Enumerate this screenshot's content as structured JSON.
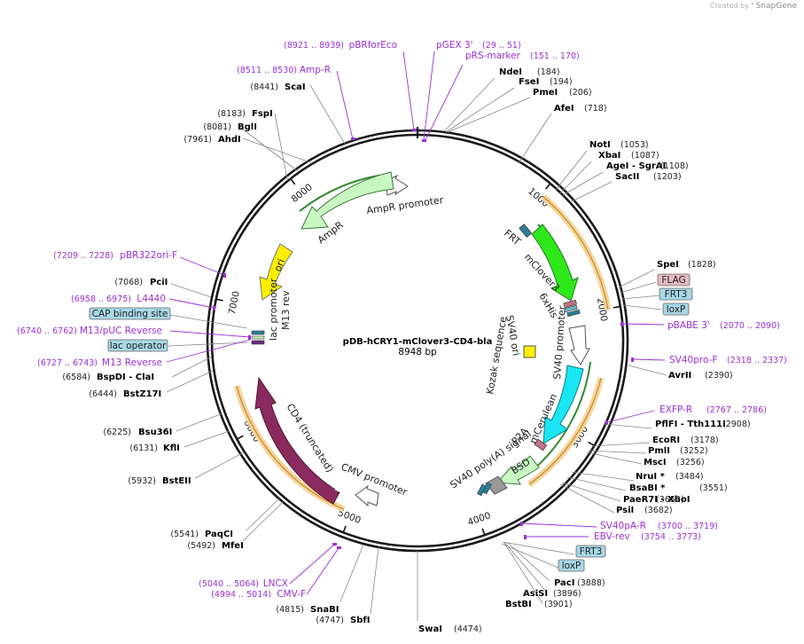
{
  "watermark": {
    "prefix": "Created by",
    "brand": "SnapGene"
  },
  "plasmid": {
    "name": "pDB-hCRY1-mClover3-CD4-bla",
    "length": "8948 bp",
    "total_bp": 8948
  },
  "ticks": [
    "1000",
    "2000",
    "3000",
    "4000",
    "5000",
    "6000",
    "7000",
    "8000"
  ],
  "enzymes": [
    {
      "name": "NdeI",
      "pos": "(184)",
      "bp": 184
    },
    {
      "name": "FseI",
      "pos": "(194)",
      "bp": 194
    },
    {
      "name": "PmeI",
      "pos": "(206)",
      "bp": 206
    },
    {
      "name": "AfeI",
      "pos": "(718)",
      "bp": 718
    },
    {
      "name": "NotI",
      "pos": "(1053)",
      "bp": 1053
    },
    {
      "name": "XbaI",
      "pos": "(1087)",
      "bp": 1087
    },
    {
      "name": "AgeI - SgrAI",
      "pos": "(1108)",
      "bp": 1108
    },
    {
      "name": "SacII",
      "pos": "(1203)",
      "bp": 1203
    },
    {
      "name": "SpeI",
      "pos": "(1828)",
      "bp": 1828
    },
    {
      "name": "AvrII",
      "pos": "(2390)",
      "bp": 2390
    },
    {
      "name": "PflFI - Tth111I",
      "pos": "(2908)",
      "bp": 2908
    },
    {
      "name": "EcoRI",
      "pos": "(3178)",
      "bp": 3178
    },
    {
      "name": "PmlI",
      "pos": "(3252)",
      "bp": 3252
    },
    {
      "name": "MscI",
      "pos": "(3256)",
      "bp": 3256
    },
    {
      "name": "NruI *",
      "pos": "(3484)",
      "bp": 3484
    },
    {
      "name": "BsaBI *",
      "pos": "(3551)",
      "bp": 3551
    },
    {
      "name": "PaeR7I - XhoI",
      "pos": "(3652)",
      "bp": 3652
    },
    {
      "name": "PsiI",
      "pos": "(3682)",
      "bp": 3682
    },
    {
      "name": "PacI",
      "pos": "(3888)",
      "bp": 3888
    },
    {
      "name": "AsiSI",
      "pos": "(3896)",
      "bp": 3896
    },
    {
      "name": "BstBI",
      "pos": "(3901)",
      "bp": 3901
    },
    {
      "name": "SwaI",
      "pos": "(4474)",
      "bp": 4474
    },
    {
      "name": "SbfI",
      "pos": "(4747)",
      "bp": 4747
    },
    {
      "name": "SnaBI",
      "pos": "(4815)",
      "bp": 4815
    },
    {
      "name": "MfeI",
      "pos": "(5492)",
      "bp": 5492
    },
    {
      "name": "PaqCI",
      "pos": "(5541)",
      "bp": 5541
    },
    {
      "name": "BstEII",
      "pos": "(5932)",
      "bp": 5932
    },
    {
      "name": "KflI",
      "pos": "(6131)",
      "bp": 6131
    },
    {
      "name": "Bsu36I",
      "pos": "(6225)",
      "bp": 6225
    },
    {
      "name": "BstZ17I",
      "pos": "(6444)",
      "bp": 6444
    },
    {
      "name": "BspDI - ClaI",
      "pos": "(6584)",
      "bp": 6584
    },
    {
      "name": "PciI",
      "pos": "(7068)",
      "bp": 7068
    },
    {
      "name": "AhdI",
      "pos": "(7961)",
      "bp": 7961
    },
    {
      "name": "BglI",
      "pos": "(8081)",
      "bp": 8081
    },
    {
      "name": "FspI",
      "pos": "(8183)",
      "bp": 8183
    },
    {
      "name": "ScaI",
      "pos": "(8441)",
      "bp": 8441
    }
  ],
  "primers": [
    {
      "name": "pBRforEco",
      "pos": "(8921 .. 8939)",
      "bp": 8930
    },
    {
      "name": "pGEX 3'",
      "pos": "(29 .. 51)",
      "bp": 40
    },
    {
      "name": "pRS-marker",
      "pos": "(151 .. 170)",
      "bp": 160
    },
    {
      "name": "Amp-R",
      "pos": "(8511 .. 8530)",
      "bp": 8520
    },
    {
      "name": "pBABE 3'",
      "pos": "(2070 .. 2090)",
      "bp": 2080
    },
    {
      "name": "SV40pro-F",
      "pos": "(2318 .. 2337)",
      "bp": 2327
    },
    {
      "name": "EXFP-R",
      "pos": "(2767 .. 2786)",
      "bp": 2776
    },
    {
      "name": "SV40pA-R",
      "pos": "(3700 .. 3719)",
      "bp": 3709
    },
    {
      "name": "EBV-rev",
      "pos": "(3754 .. 3773)",
      "bp": 3763
    },
    {
      "name": "pBR322ori-F",
      "pos": "(7209 .. 7228)",
      "bp": 7218
    },
    {
      "name": "L4440",
      "pos": "(6958 .. 6975)",
      "bp": 6966
    },
    {
      "name": "M13/pUC Reverse",
      "pos": "(6740 .. 6762)",
      "bp": 6751
    },
    {
      "name": "M13 Reverse",
      "pos": "(6727 .. 6743)",
      "bp": 6735
    },
    {
      "name": "LNCX",
      "pos": "(5040 .. 5064)",
      "bp": 5052
    },
    {
      "name": "CMV-F",
      "pos": "(4994 .. 5014)",
      "bp": 5004
    }
  ],
  "boxed_features": [
    {
      "name": "FLAG",
      "color": "#e6b9c4"
    },
    {
      "name": "FRT3",
      "color": "#a9d8e6"
    },
    {
      "name": "loxP",
      "color": "#a9d8e6"
    },
    {
      "name": "FRT3",
      "color": "#a9d8e6"
    },
    {
      "name": "loxP",
      "color": "#a9d8e6"
    },
    {
      "name": "CAP binding site",
      "color": "#a9d8e6"
    },
    {
      "name": "lac operator",
      "color": "#a9d8e6"
    }
  ],
  "features": [
    {
      "name": "AmpR promoter"
    },
    {
      "name": "AmpR"
    },
    {
      "name": "ori"
    },
    {
      "name": "lac promoter"
    },
    {
      "name": "M13 rev"
    },
    {
      "name": "FRT"
    },
    {
      "name": "mClover3"
    },
    {
      "name": "6xHis"
    },
    {
      "name": "SV40 ori"
    },
    {
      "name": "SV40 promoter"
    },
    {
      "name": "Kozak sequence"
    },
    {
      "name": "mCerulean"
    },
    {
      "name": "P2A"
    },
    {
      "name": "BSD"
    },
    {
      "name": "SV40 poly(A) signal"
    },
    {
      "name": "CD4 (truncated)"
    },
    {
      "name": "CMV promoter"
    }
  ],
  "colors": {
    "backbone": "#1a1a1a",
    "mclover3": "#2ee81a",
    "mcerulean": "#19e6f2",
    "cd4": "#8b2a5e",
    "ampr": "#c9f7c2",
    "ori": "#ffee00",
    "orf_highlight": "#f5d49a",
    "orf_line": "#c78a2a",
    "primer": "#9b30d8"
  }
}
